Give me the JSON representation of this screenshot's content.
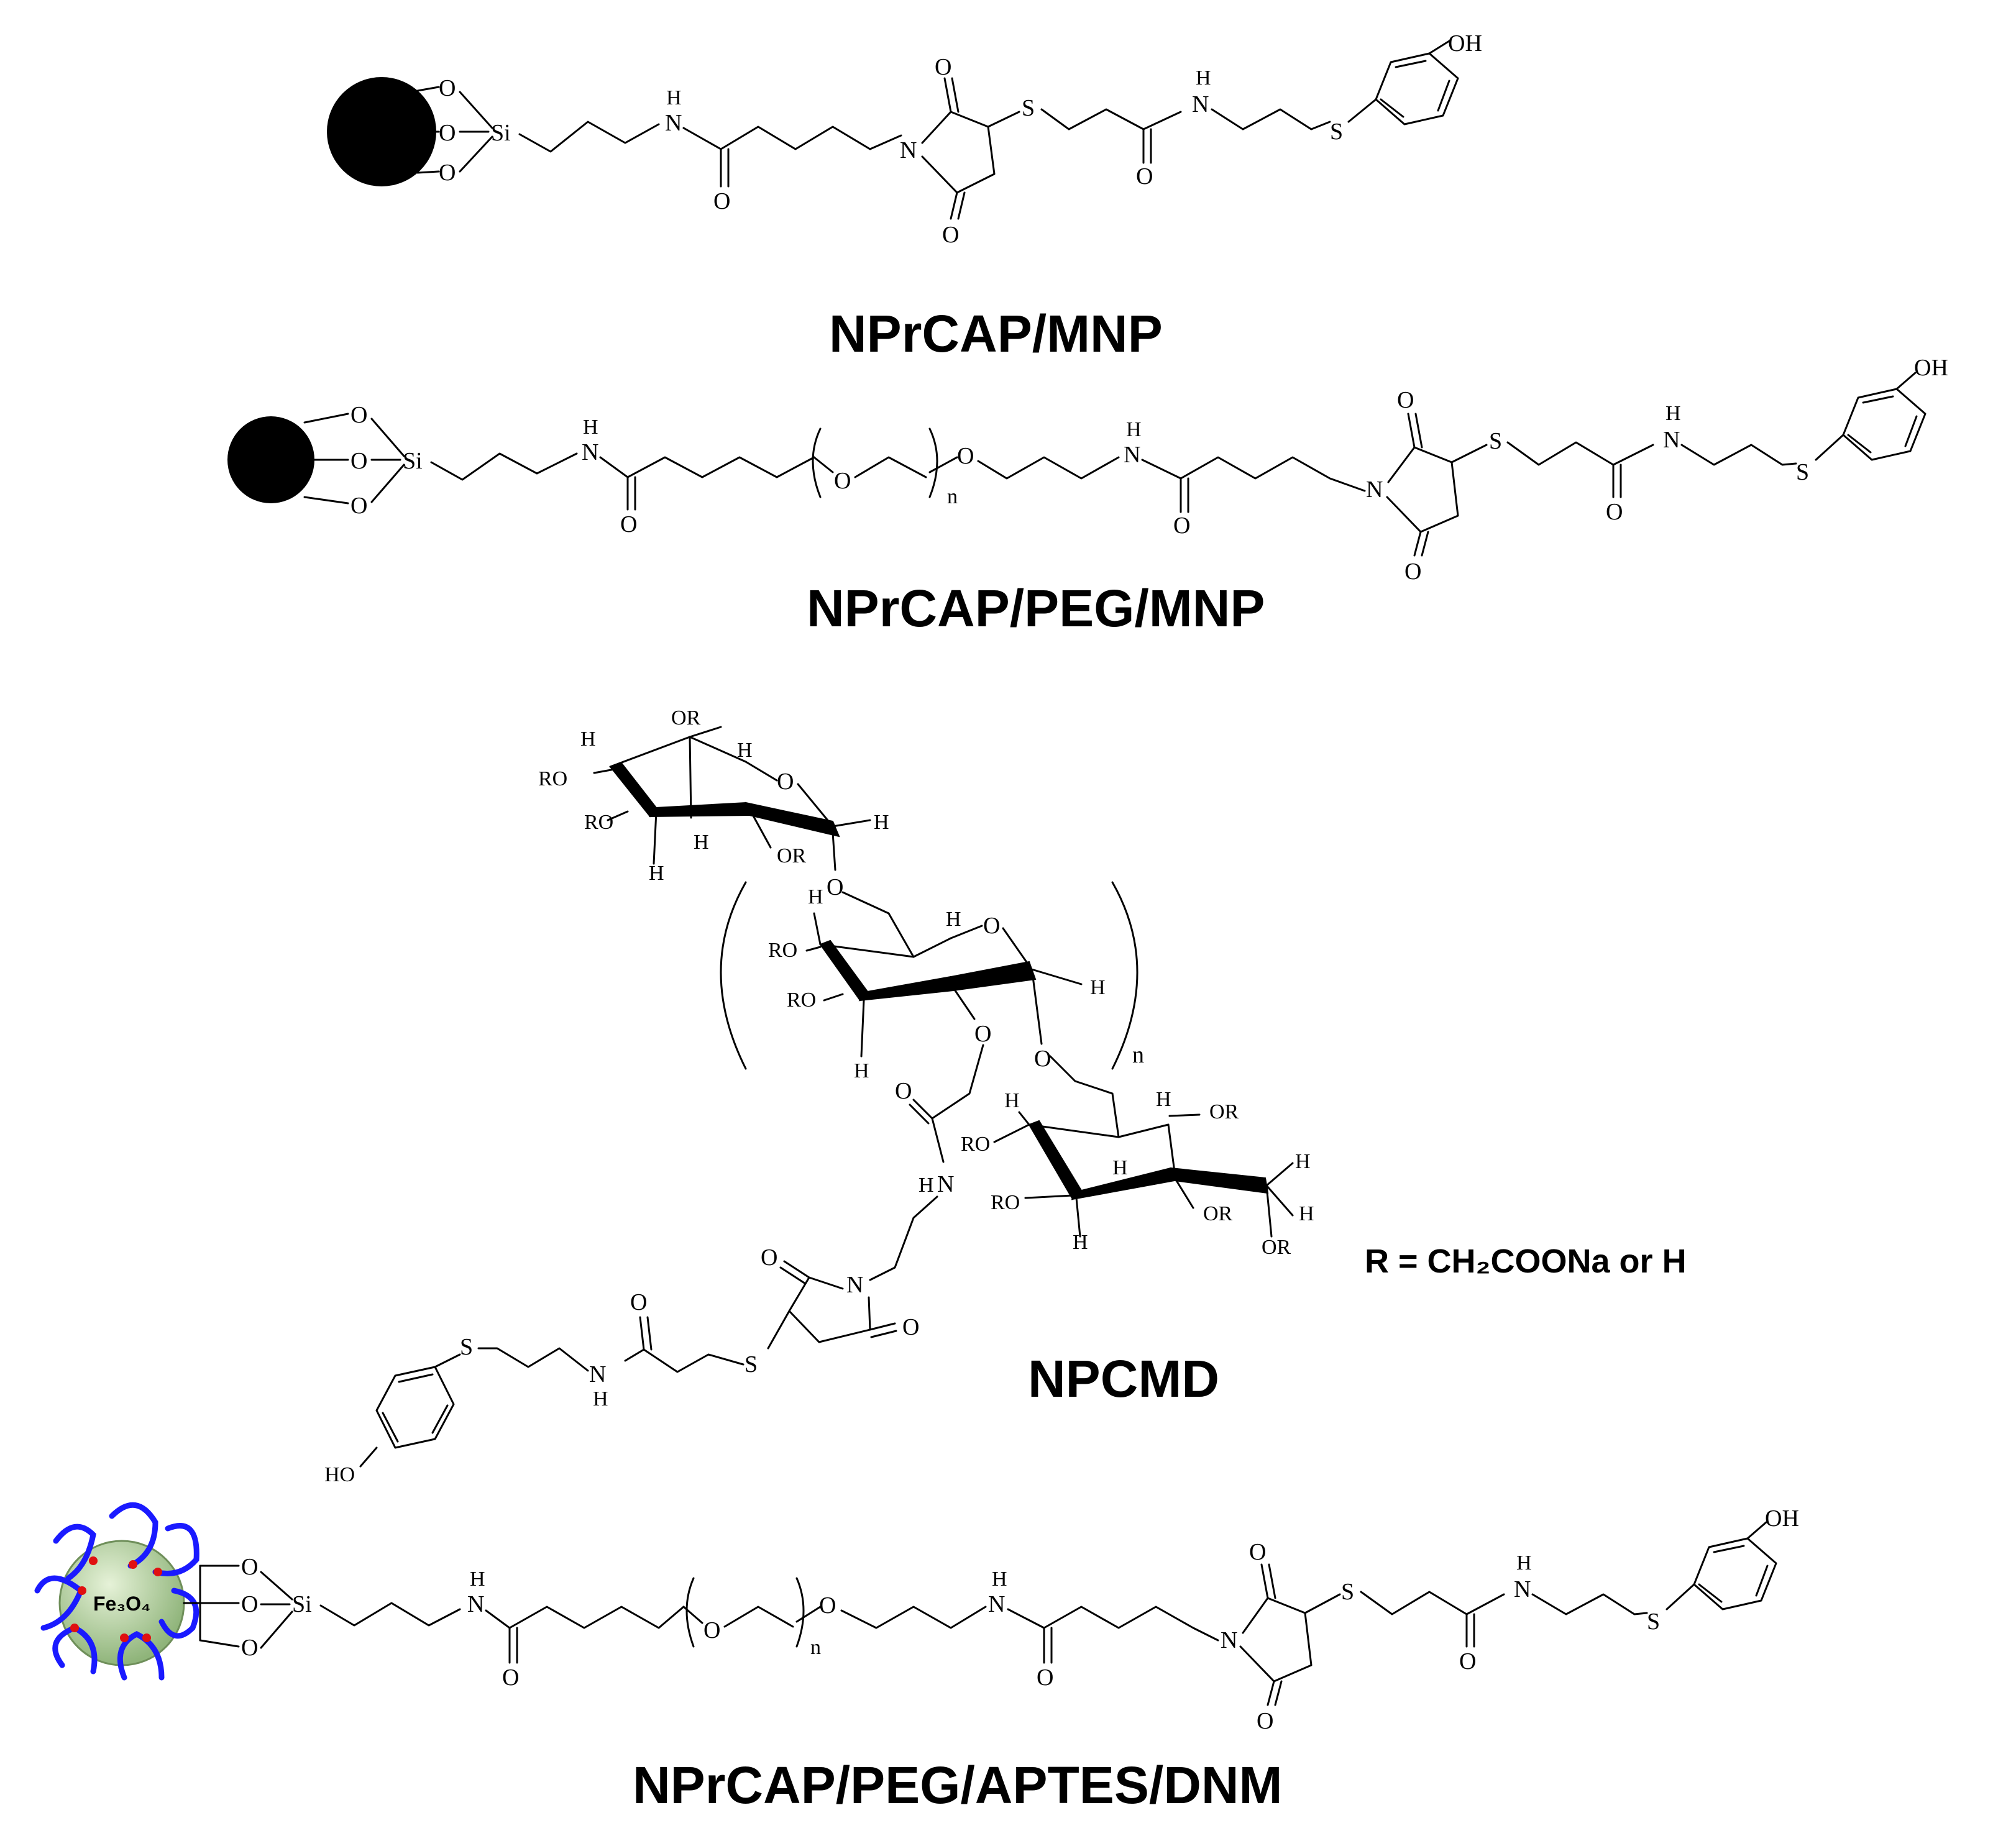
{
  "structures": [
    {
      "name": "NPrCAP/MNP",
      "caption": "NPrCAP/MNP"
    },
    {
      "name": "NPrCAP/PEG/MNP",
      "caption": "NPrCAP/PEG/MNP"
    },
    {
      "name": "NPCMD",
      "caption": "NPCMD"
    },
    {
      "name": "NPrCAP/PEG/APTES/DNM",
      "caption": "NPrCAP/PEG/APTES/DNM"
    }
  ],
  "r_definition": "R = CH₂COONa or H",
  "atoms": {
    "O": "O",
    "Si": "Si",
    "N": "N",
    "H": "H",
    "S": "S",
    "OH": "OH",
    "n": "n",
    "RO": "RO",
    "OR": "OR",
    "HO": "HO"
  },
  "nanoparticle_label": "Fe₃O₄",
  "colors": {
    "particle_fill": "#000000",
    "polymer_coat": "#1a1aff",
    "fe3o4_core": "#a8c890",
    "anchor_dot": "#e01010"
  }
}
